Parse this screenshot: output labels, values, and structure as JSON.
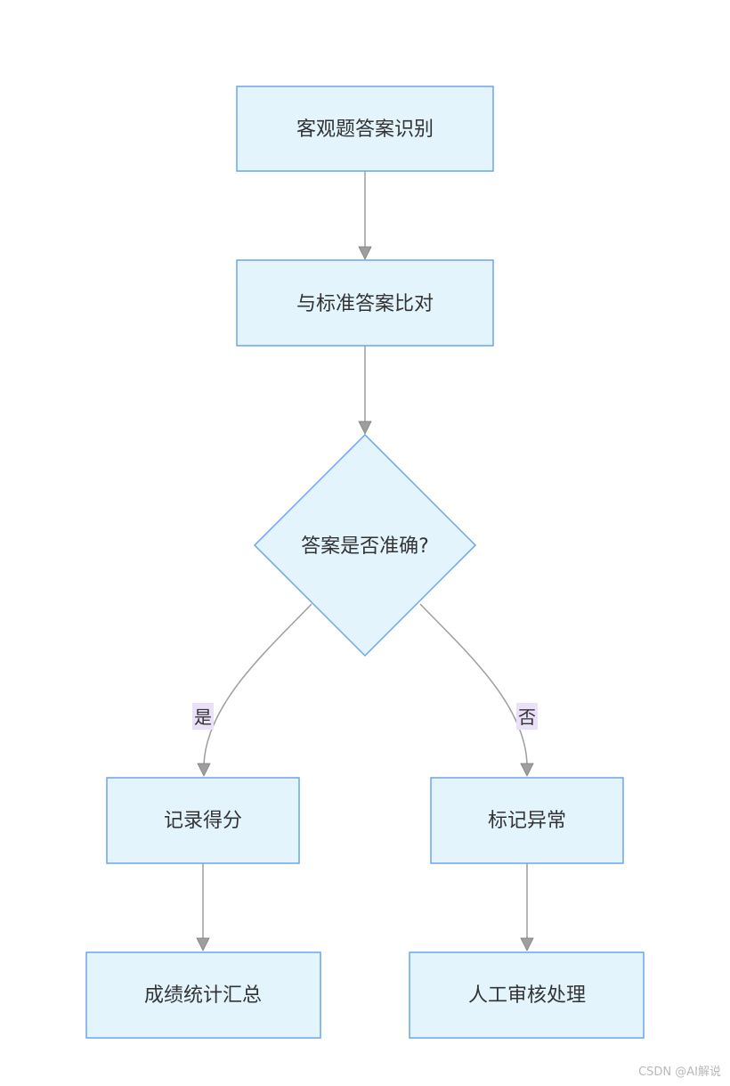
{
  "nodes": {
    "recognize": "客观题答案识别",
    "compare": "与标准答案比对",
    "decision": "答案是否准确?",
    "record": "记录得分",
    "mark": "标记异常",
    "summary": "成绩统计汇总",
    "manual": "人工审核处理"
  },
  "edge_labels": {
    "yes": "是",
    "no": "否"
  },
  "colors": {
    "node_fill": "#e3f4fd",
    "node_stroke": "#6aa6ec",
    "edge": "#9e9e9e",
    "label_bg": "#eae1f8"
  },
  "watermark": "CSDN @AI解说"
}
